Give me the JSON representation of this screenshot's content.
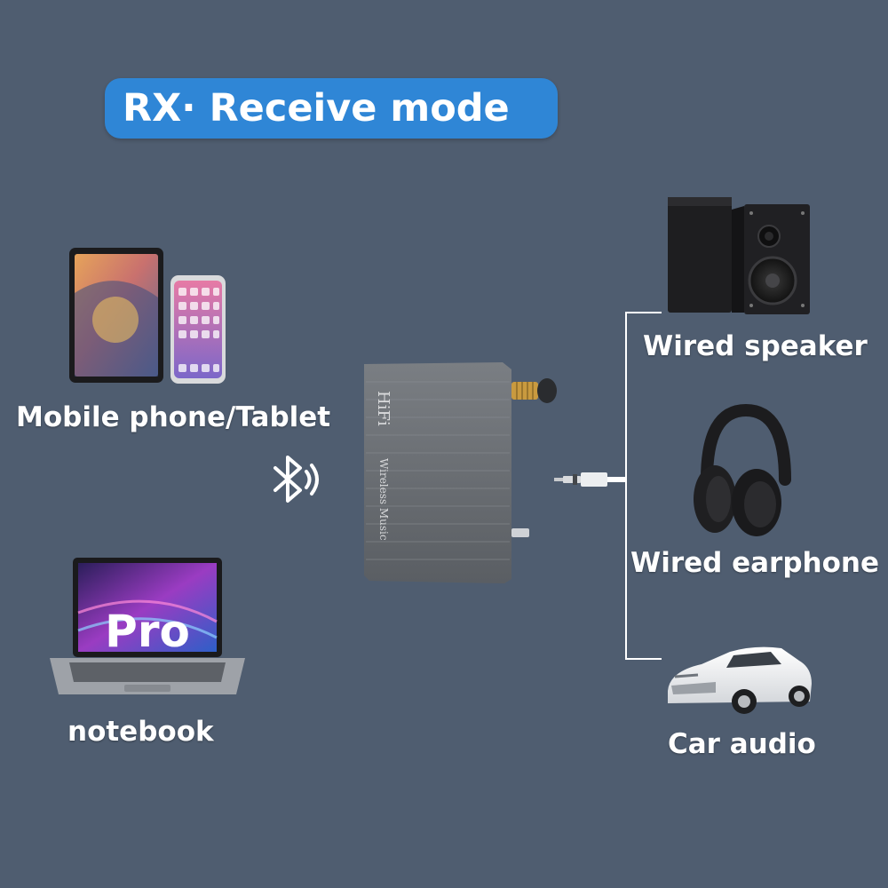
{
  "mode_title": "RX· Receive mode",
  "device": {
    "brand_text": "HiFi",
    "product_text": "Wireless Music"
  },
  "sources": [
    {
      "label": "Mobile phone/Tablet",
      "icon": "tablet-phone-image"
    },
    {
      "label": "notebook",
      "icon": "laptop-image",
      "screen_text": "Pro"
    }
  ],
  "link": {
    "icon": "bluetooth-icon"
  },
  "outputs": [
    {
      "label": "Wired speaker",
      "icon": "speaker-image"
    },
    {
      "label": "Wired earphone",
      "icon": "headphones-image"
    },
    {
      "label": "Car audio",
      "icon": "car-image"
    }
  ],
  "colors": {
    "background": "#4f5d70",
    "pill": "#2f86d6",
    "device_body": "#6b6f74",
    "connector_lines": "#ffffff"
  }
}
